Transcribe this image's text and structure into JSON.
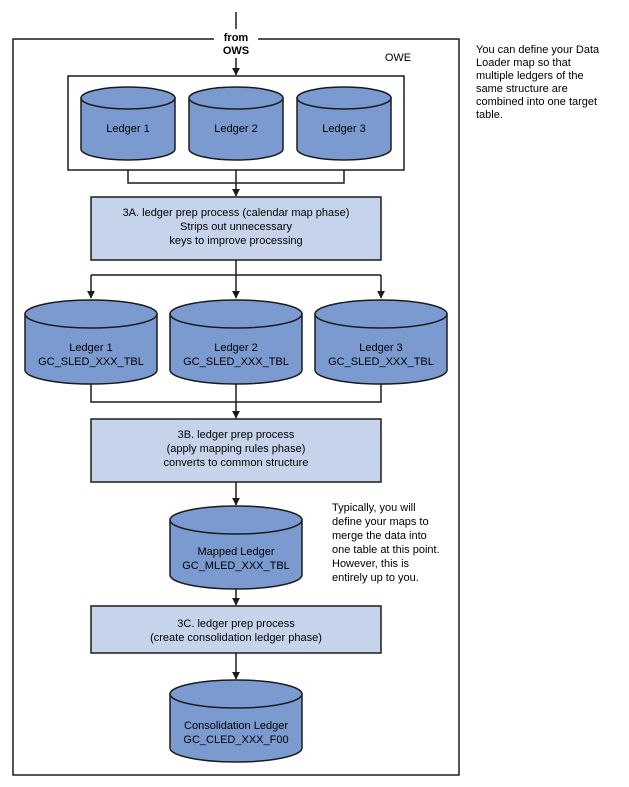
{
  "colors": {
    "cylinder_fill": "#7a9ad0",
    "cylinder_stroke": "#1c1c1c",
    "process_fill": "#c5d4ea",
    "process_stroke": "#1c1c1c",
    "line": "#1c1c1c"
  },
  "entry": {
    "line1": "from",
    "line2": "OWS"
  },
  "container": {
    "label": "OWE"
  },
  "source_ledgers": [
    "Ledger 1",
    "Ledger 2",
    "Ledger 3"
  ],
  "step_3a": {
    "lines": [
      "3A. ledger prep process (calendar map phase)",
      "Strips out unnecessary",
      "keys to improve processing"
    ]
  },
  "sled_tables": [
    {
      "line1": "Ledger 1",
      "line2": "GC_SLED_XXX_TBL"
    },
    {
      "line1": "Ledger 2",
      "line2": "GC_SLED_XXX_TBL"
    },
    {
      "line1": "Ledger 3",
      "line2": "GC_SLED_XXX_TBL"
    }
  ],
  "step_3b": {
    "lines": [
      "3B. ledger prep process",
      "(apply mapping rules phase)",
      "converts to common structure"
    ]
  },
  "mapped_ledger": {
    "line1": "Mapped Ledger",
    "line2": "GC_MLED_XXX_TBL"
  },
  "step_3c": {
    "lines": [
      "3C. ledger prep process",
      "(create consolidation ledger phase)"
    ]
  },
  "consolidation_ledger": {
    "line1": "Consolidation Ledger",
    "line2": "GC_CLED_XXX_F00"
  },
  "note_typically": {
    "lines": [
      "Typically, you will",
      "define your maps to",
      "merge the data into",
      "one table at this point.",
      "However, this is",
      "entirely up to you."
    ]
  },
  "note_side": {
    "lines": [
      "You can define your Data",
      "Loader map so that",
      "multiple ledgers of the",
      "same structure are",
      "combined into one target",
      "table."
    ]
  }
}
